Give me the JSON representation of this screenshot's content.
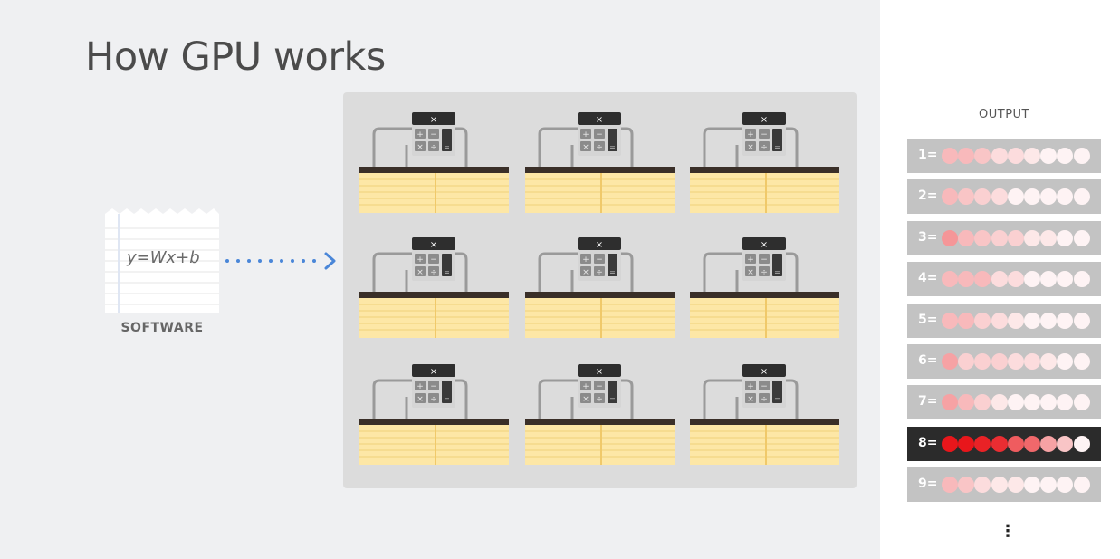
{
  "title": "How GPU works",
  "software": {
    "equation": "y=Wx+b",
    "label": "SOFTWARE"
  },
  "grid": {
    "rows": 3,
    "cols": 3,
    "calculator_glyphs": [
      "×",
      "+",
      "−",
      "×",
      "÷",
      "="
    ]
  },
  "output": {
    "label": "OUTPUT",
    "rows": [
      {
        "label": "1=",
        "intensities": [
          0.3,
          0.3,
          0.25,
          0.15,
          0.15,
          0.1,
          0.05,
          0.05,
          0.05
        ]
      },
      {
        "label": "2=",
        "intensities": [
          0.3,
          0.25,
          0.2,
          0.15,
          0.05,
          0.05,
          0.05,
          0.05,
          0.05
        ]
      },
      {
        "label": "3=",
        "intensities": [
          0.45,
          0.3,
          0.25,
          0.2,
          0.2,
          0.1,
          0.1,
          0.05,
          0.05
        ]
      },
      {
        "label": "4=",
        "intensities": [
          0.3,
          0.3,
          0.3,
          0.15,
          0.15,
          0.05,
          0.05,
          0.05,
          0.05
        ]
      },
      {
        "label": "5=",
        "intensities": [
          0.3,
          0.3,
          0.2,
          0.15,
          0.1,
          0.05,
          0.05,
          0.05,
          0.05
        ]
      },
      {
        "label": "6=",
        "intensities": [
          0.4,
          0.2,
          0.2,
          0.2,
          0.15,
          0.15,
          0.1,
          0.05,
          0.05
        ]
      },
      {
        "label": "7=",
        "intensities": [
          0.4,
          0.3,
          0.2,
          0.1,
          0.05,
          0.05,
          0.05,
          0.05,
          0.05
        ]
      },
      {
        "label": "8=",
        "intensities": [
          1.0,
          1.0,
          0.95,
          0.9,
          0.7,
          0.65,
          0.4,
          0.25,
          0.05
        ],
        "active": true
      },
      {
        "label": "9=",
        "intensities": [
          0.3,
          0.25,
          0.15,
          0.1,
          0.1,
          0.05,
          0.05,
          0.05,
          0.05
        ]
      }
    ],
    "more_glyph": "⋮"
  },
  "colors": {
    "dot_base": "#ffffff",
    "dot_full": "#e8161b",
    "active_row": "#2b2b2b",
    "row": "#c3c3c3",
    "arrow": "#4a86d8",
    "paper": "#fde7a6"
  }
}
